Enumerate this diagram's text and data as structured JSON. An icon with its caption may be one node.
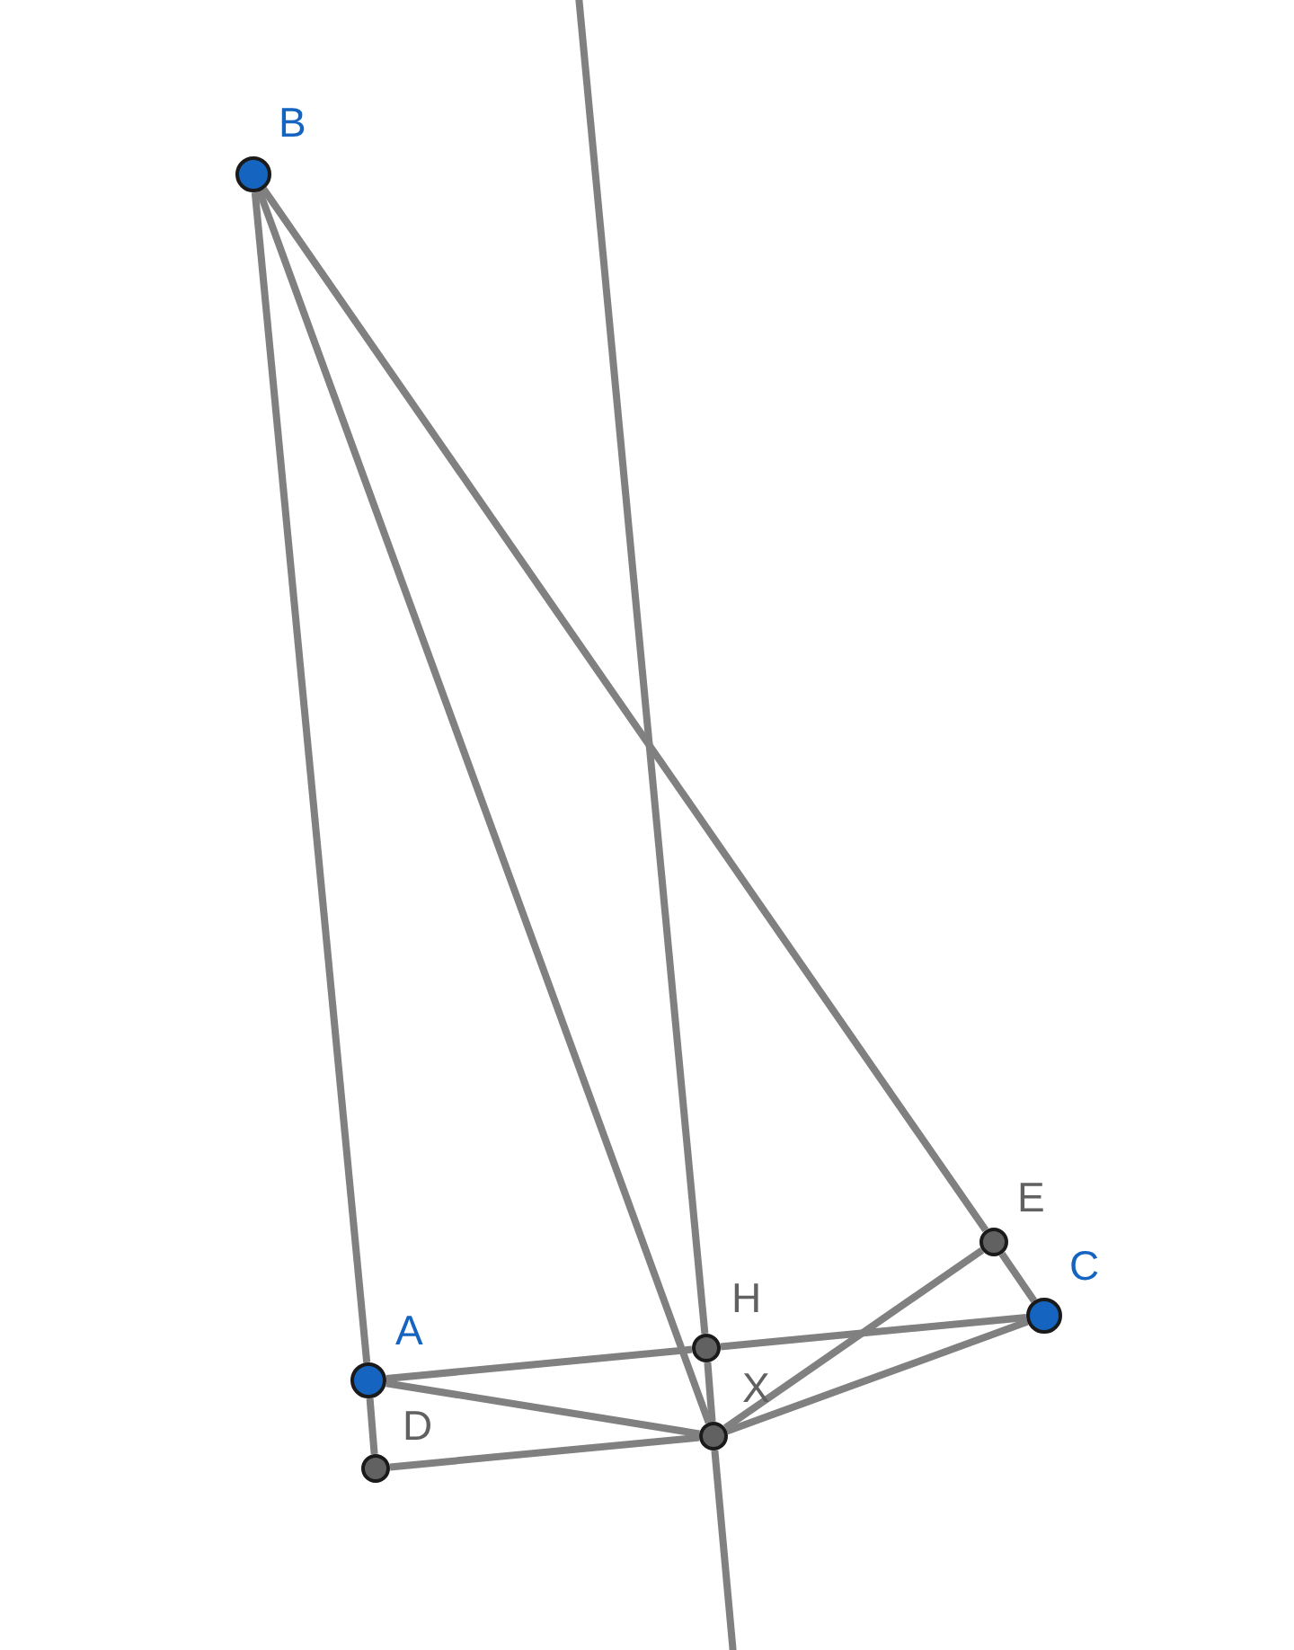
{
  "diagram": {
    "nodes": [
      {
        "text": [
          "B"
        ]
      },
      {
        "text": [
          "E"
        ]
      },
      {
        "text": [
          "C"
        ]
      },
      {
        "text": [
          "H"
        ]
      },
      {
        "text": [
          "A"
        ]
      },
      {
        "text": [
          "X"
        ]
      },
      {
        "text": [
          "D"
        ]
      }
    ],
    "edges": [
      {
        "from": 0,
        "to": 4,
        "arrow": "none"
      },
      {
        "from": 4,
        "to": 6,
        "arrow": "none"
      },
      {
        "from": 0,
        "to": 5,
        "arrow": "none"
      },
      {
        "from": 0,
        "to": 1,
        "arrow": "none"
      },
      {
        "from": 1,
        "to": 2,
        "arrow": "none"
      },
      {
        "from": 4,
        "to": 3,
        "arrow": "none"
      },
      {
        "from": 3,
        "to": 2,
        "arrow": "none"
      },
      {
        "from": 4,
        "to": 5,
        "arrow": "none"
      },
      {
        "from": 6,
        "to": 5,
        "arrow": "none"
      },
      {
        "from": 5,
        "to": 1,
        "arrow": "none"
      },
      {
        "from": 5,
        "to": 2,
        "arrow": "none"
      },
      {
        "from": null,
        "to": 3,
        "arrow": "none"
      },
      {
        "from": 3,
        "to": 5,
        "arrow": "none"
      },
      {
        "from": 5,
        "to": null,
        "arrow": "none"
      }
    ]
  }
}
